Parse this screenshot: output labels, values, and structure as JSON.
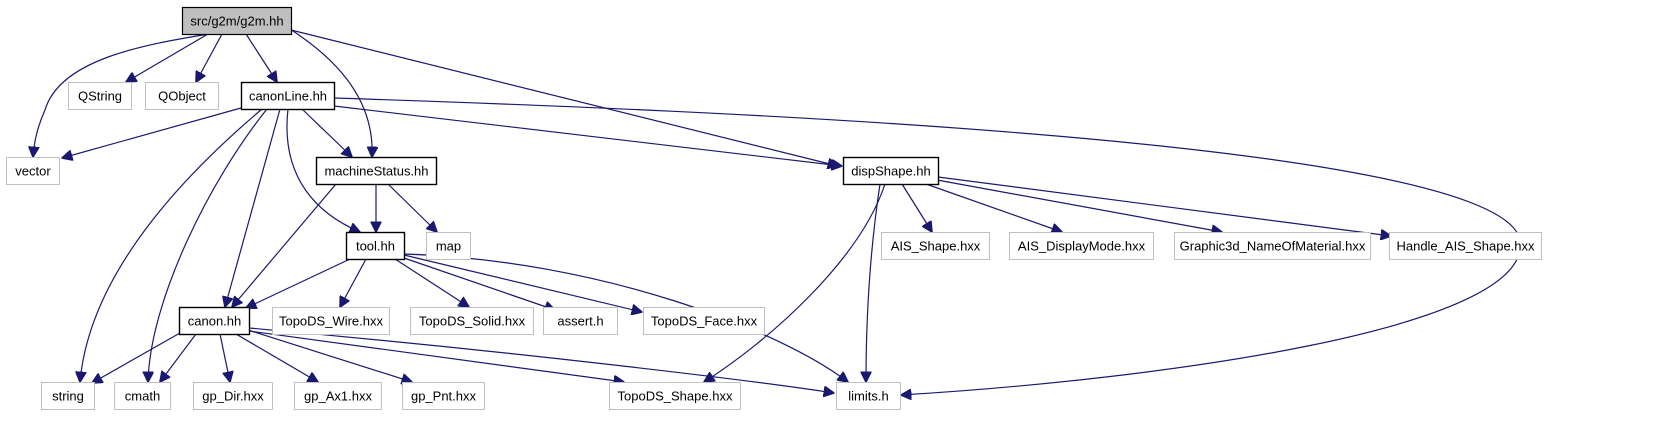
{
  "graph": {
    "nodes": [
      {
        "id": "root",
        "label": "src/g2m/g2m.hh",
        "kind": "root"
      },
      {
        "id": "qstring",
        "label": "QString",
        "kind": "external"
      },
      {
        "id": "qobject",
        "label": "QObject",
        "kind": "external"
      },
      {
        "id": "canonline",
        "label": "canonLine.hh",
        "kind": "local"
      },
      {
        "id": "vector",
        "label": "vector",
        "kind": "external"
      },
      {
        "id": "machinestatus",
        "label": "machineStatus.hh",
        "kind": "local"
      },
      {
        "id": "dispshape",
        "label": "dispShape.hh",
        "kind": "local"
      },
      {
        "id": "tool",
        "label": "tool.hh",
        "kind": "local"
      },
      {
        "id": "map",
        "label": "map",
        "kind": "external"
      },
      {
        "id": "ais_shape",
        "label": "AIS_Shape.hxx",
        "kind": "external"
      },
      {
        "id": "ais_displaymode",
        "label": "AIS_DisplayMode.hxx",
        "kind": "external"
      },
      {
        "id": "graphic3d",
        "label": "Graphic3d_NameOfMaterial.hxx",
        "kind": "external"
      },
      {
        "id": "handle_ais",
        "label": "Handle_AIS_Shape.hxx",
        "kind": "external"
      },
      {
        "id": "canon",
        "label": "canon.hh",
        "kind": "local"
      },
      {
        "id": "topods_wire",
        "label": "TopoDS_Wire.hxx",
        "kind": "external"
      },
      {
        "id": "topods_solid",
        "label": "TopoDS_Solid.hxx",
        "kind": "external"
      },
      {
        "id": "assert",
        "label": "assert.h",
        "kind": "external"
      },
      {
        "id": "topods_face",
        "label": "TopoDS_Face.hxx",
        "kind": "external"
      },
      {
        "id": "string",
        "label": "string",
        "kind": "external"
      },
      {
        "id": "cmath",
        "label": "cmath",
        "kind": "external"
      },
      {
        "id": "gp_dir",
        "label": "gp_Dir.hxx",
        "kind": "external"
      },
      {
        "id": "gp_ax1",
        "label": "gp_Ax1.hxx",
        "kind": "external"
      },
      {
        "id": "gp_pnt",
        "label": "gp_Pnt.hxx",
        "kind": "external"
      },
      {
        "id": "topods_shape",
        "label": "TopoDS_Shape.hxx",
        "kind": "external"
      },
      {
        "id": "limits",
        "label": "limits.h",
        "kind": "external"
      }
    ],
    "edges": [
      {
        "from": "root",
        "to": "vector"
      },
      {
        "from": "root",
        "to": "qstring"
      },
      {
        "from": "root",
        "to": "qobject"
      },
      {
        "from": "root",
        "to": "canonline"
      },
      {
        "from": "root",
        "to": "machinestatus"
      },
      {
        "from": "root",
        "to": "dispshape"
      },
      {
        "from": "canonline",
        "to": "vector"
      },
      {
        "from": "canonline",
        "to": "machinestatus"
      },
      {
        "from": "canonline",
        "to": "dispshape"
      },
      {
        "from": "canonline",
        "to": "limits"
      },
      {
        "from": "canonline",
        "to": "string"
      },
      {
        "from": "canonline",
        "to": "cmath"
      },
      {
        "from": "canonline",
        "to": "canon"
      },
      {
        "from": "canonline",
        "to": "tool"
      },
      {
        "from": "machinestatus",
        "to": "tool"
      },
      {
        "from": "machinestatus",
        "to": "map"
      },
      {
        "from": "machinestatus",
        "to": "canon"
      },
      {
        "from": "tool",
        "to": "canon"
      },
      {
        "from": "tool",
        "to": "topods_wire"
      },
      {
        "from": "tool",
        "to": "topods_solid"
      },
      {
        "from": "tool",
        "to": "assert"
      },
      {
        "from": "tool",
        "to": "topods_face"
      },
      {
        "from": "tool",
        "to": "limits"
      },
      {
        "from": "dispshape",
        "to": "ais_shape"
      },
      {
        "from": "dispshape",
        "to": "ais_displaymode"
      },
      {
        "from": "dispshape",
        "to": "graphic3d"
      },
      {
        "from": "dispshape",
        "to": "handle_ais"
      },
      {
        "from": "dispshape",
        "to": "topods_shape"
      },
      {
        "from": "dispshape",
        "to": "limits"
      },
      {
        "from": "canon",
        "to": "string"
      },
      {
        "from": "canon",
        "to": "cmath"
      },
      {
        "from": "canon",
        "to": "gp_dir"
      },
      {
        "from": "canon",
        "to": "gp_ax1"
      },
      {
        "from": "canon",
        "to": "gp_pnt"
      },
      {
        "from": "canon",
        "to": "topods_shape"
      },
      {
        "from": "canon",
        "to": "limits"
      }
    ]
  },
  "colors": {
    "edge": "#191970",
    "local_border": "#000000",
    "external_border": "#c0c0c0",
    "root_fill": "#bfbfbf"
  }
}
